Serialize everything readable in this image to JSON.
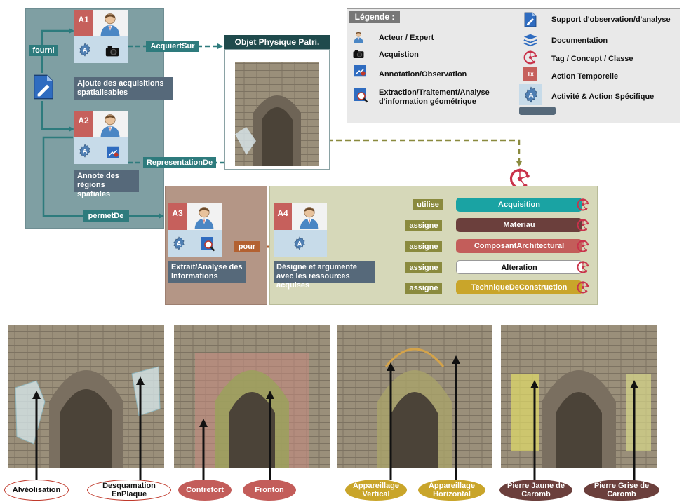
{
  "legend": {
    "title": "Légende :",
    "items_left": [
      "Acteur / Expert",
      "Acquistion",
      "Annotation/Observation",
      "Extraction/Traitement/Analyse d'information géométrique"
    ],
    "items_right": [
      "Support d'observation/d'analyse",
      "Documentation",
      "Tag / Concept / Classe",
      "Action Temporelle",
      "Activité & Action Spécifique"
    ],
    "tx_label": "Tx"
  },
  "actors": {
    "a1": {
      "tag": "A1",
      "label": "Ajoute des acquisitions spatialisables"
    },
    "a2": {
      "tag": "A2",
      "label": "Annote des régions spatiales"
    },
    "a3": {
      "tag": "A3",
      "label": "Extrait/Analyse des Informations"
    },
    "a4": {
      "tag": "A4",
      "label": "Désigne et argumente avec les ressources acquises"
    }
  },
  "relations": {
    "fourni": "fourni",
    "acquiert": "AcquiertSur",
    "representation": "RepresentationDe",
    "permet": "permetDe",
    "pour": "pour",
    "utilise": "utilise",
    "assigne": [
      "assigne",
      "assigne",
      "assigne",
      "assigne"
    ]
  },
  "object_title": "Objet Physique Patri.",
  "concepts": [
    {
      "label": "Acquisition",
      "color": "#1aa3a3"
    },
    {
      "label": "Materiau",
      "color": "#6b3f3c"
    },
    {
      "label": "ComposantArchitectural",
      "color": "#c35d5a"
    },
    {
      "label": "Alteration",
      "color": "#ffffff"
    },
    {
      "label": "TechniqueDeConstruction",
      "color": "#c9a52a"
    }
  ],
  "photo_labels": [
    {
      "text": "Alvéolisation",
      "style": "white"
    },
    {
      "text": "Desquamation EnPlaque",
      "style": "white"
    },
    {
      "text": "Contrefort",
      "style": "red"
    },
    {
      "text": "Fronton",
      "style": "red"
    },
    {
      "text": "Appareillage Vertical",
      "style": "gold"
    },
    {
      "text": "Appareillage Horizontal",
      "style": "gold"
    },
    {
      "text": "Pierre Jaune de Caromb",
      "style": "brown"
    },
    {
      "text": "Pierre Grise de Caromb",
      "style": "brown"
    }
  ]
}
